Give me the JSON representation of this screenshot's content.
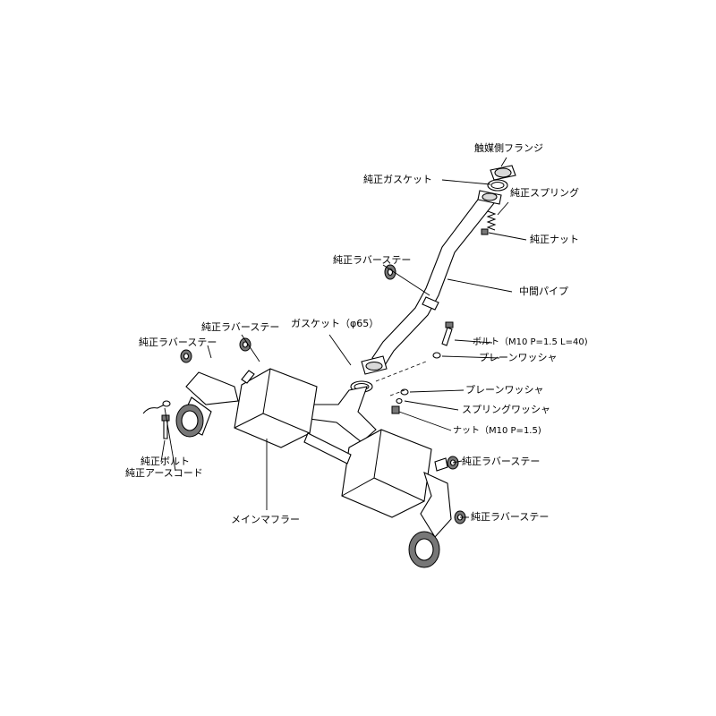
{
  "labels": {
    "catalyst_flange": "触媒側フランジ",
    "oem_gasket": "純正ガスケット",
    "oem_spring": "純正スプリング",
    "oem_nut": "純正ナット",
    "oem_rubber_stay_top": "純正ラバーステー",
    "center_pipe": "中間パイプ",
    "gasket_65": "ガスケット（φ65）",
    "oem_rubber_stay_mid": "純正ラバーステー",
    "oem_rubber_stay_left": "純正ラバーステー",
    "bolt_m10": "ボルト（M10 P=1.5 L=40)",
    "plain_washer_1": "プレーンワッシャ",
    "plain_washer_2": "プレーンワッシャ",
    "spring_washer": "スプリングワッシャ",
    "nut_m10": "ナット（M10 P=1.5)",
    "oem_bolt": "純正ボルト",
    "oem_earth_cord": "純正アースコード",
    "oem_rubber_stay_right_upper": "純正ラバーステー",
    "main_muffler": "メインマフラー",
    "oem_rubber_stay_right_lower": "純正ラバーステー"
  }
}
